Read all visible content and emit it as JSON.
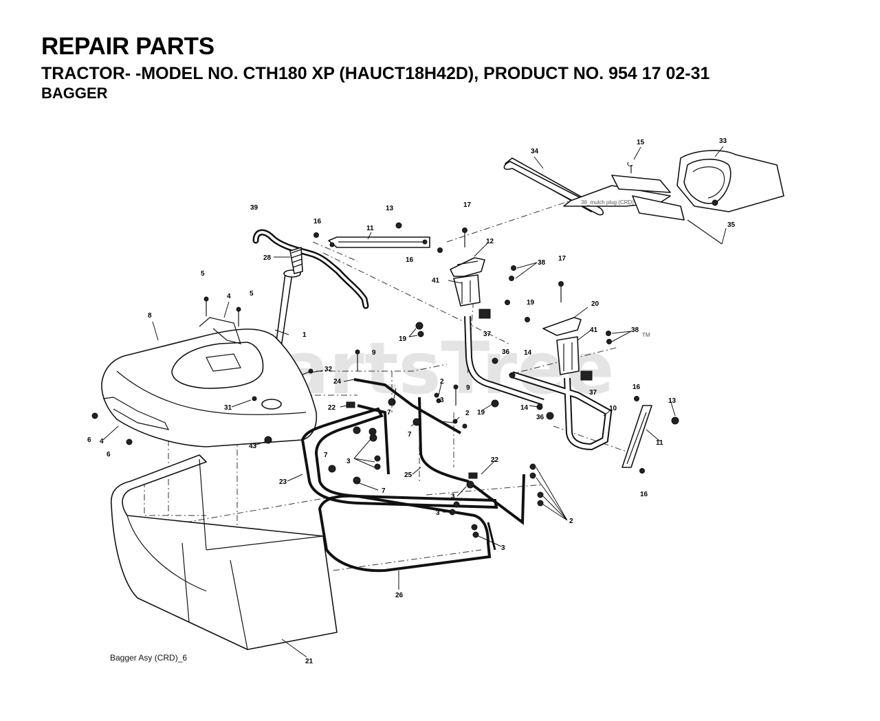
{
  "header": {
    "title": "REPAIR PARTS",
    "subtitle": " TRACTOR- -MODEL NO. CTH180 XP (HAUCT18H42D), PRODUCT NO. 954 17 02-31",
    "section": "BAGGER"
  },
  "diagram": {
    "watermark": "PartsTree",
    "watermark_mark": "TM",
    "caption": "Bagger Asy (CRD)_6",
    "inset_note": "36_mulch plug (CRD)",
    "callouts": [
      {
        "id": "c39",
        "text": "39"
      },
      {
        "id": "c16a",
        "text": "16"
      },
      {
        "id": "c11a",
        "text": "11"
      },
      {
        "id": "c13a",
        "text": "13"
      },
      {
        "id": "c16b",
        "text": "16"
      },
      {
        "id": "c17a",
        "text": "17"
      },
      {
        "id": "c12",
        "text": "12"
      },
      {
        "id": "c34",
        "text": "34"
      },
      {
        "id": "c15",
        "text": "15"
      },
      {
        "id": "c33",
        "text": "33"
      },
      {
        "id": "c35",
        "text": "35"
      },
      {
        "id": "c28",
        "text": "28"
      },
      {
        "id": "c5a",
        "text": "5"
      },
      {
        "id": "c4a",
        "text": "4"
      },
      {
        "id": "c5b",
        "text": "5"
      },
      {
        "id": "c8",
        "text": "8"
      },
      {
        "id": "c1",
        "text": "1"
      },
      {
        "id": "c38a",
        "text": "38"
      },
      {
        "id": "c41a",
        "text": "41"
      },
      {
        "id": "c17b",
        "text": "17"
      },
      {
        "id": "c19a",
        "text": "19"
      },
      {
        "id": "c20",
        "text": "20"
      },
      {
        "id": "c19b",
        "text": "19"
      },
      {
        "id": "c37a",
        "text": "37"
      },
      {
        "id": "c41b",
        "text": "41"
      },
      {
        "id": "c38b",
        "text": "38"
      },
      {
        "id": "c9a",
        "text": "9"
      },
      {
        "id": "c36a",
        "text": "36"
      },
      {
        "id": "c14a",
        "text": "14"
      },
      {
        "id": "c32",
        "text": "32"
      },
      {
        "id": "c24",
        "text": "24"
      },
      {
        "id": "c2a",
        "text": "2"
      },
      {
        "id": "c9b",
        "text": "9"
      },
      {
        "id": "c37b",
        "text": "37"
      },
      {
        "id": "c16c",
        "text": "16"
      },
      {
        "id": "c31",
        "text": "31"
      },
      {
        "id": "c22a",
        "text": "22"
      },
      {
        "id": "c7a",
        "text": "7"
      },
      {
        "id": "c3a",
        "text": "3"
      },
      {
        "id": "c19c",
        "text": "19"
      },
      {
        "id": "c14b",
        "text": "14"
      },
      {
        "id": "c36b",
        "text": "36"
      },
      {
        "id": "c10",
        "text": "10"
      },
      {
        "id": "c13b",
        "text": "13"
      },
      {
        "id": "c6a",
        "text": "6"
      },
      {
        "id": "c4b",
        "text": "4"
      },
      {
        "id": "c6b",
        "text": "6"
      },
      {
        "id": "c7b",
        "text": "7"
      },
      {
        "id": "c2b",
        "text": "2"
      },
      {
        "id": "c11b",
        "text": "11"
      },
      {
        "id": "c43",
        "text": "43"
      },
      {
        "id": "c3b",
        "text": "3"
      },
      {
        "id": "c7c",
        "text": "7"
      },
      {
        "id": "c22b",
        "text": "22"
      },
      {
        "id": "c25",
        "text": "25"
      },
      {
        "id": "c23",
        "text": "23"
      },
      {
        "id": "c7d",
        "text": "7"
      },
      {
        "id": "c3c",
        "text": "3"
      },
      {
        "id": "c3d",
        "text": "3"
      },
      {
        "id": "c2c",
        "text": "2"
      },
      {
        "id": "c16d",
        "text": "16"
      },
      {
        "id": "c3e",
        "text": "3"
      },
      {
        "id": "c26",
        "text": "26"
      },
      {
        "id": "c21",
        "text": "21"
      }
    ]
  }
}
